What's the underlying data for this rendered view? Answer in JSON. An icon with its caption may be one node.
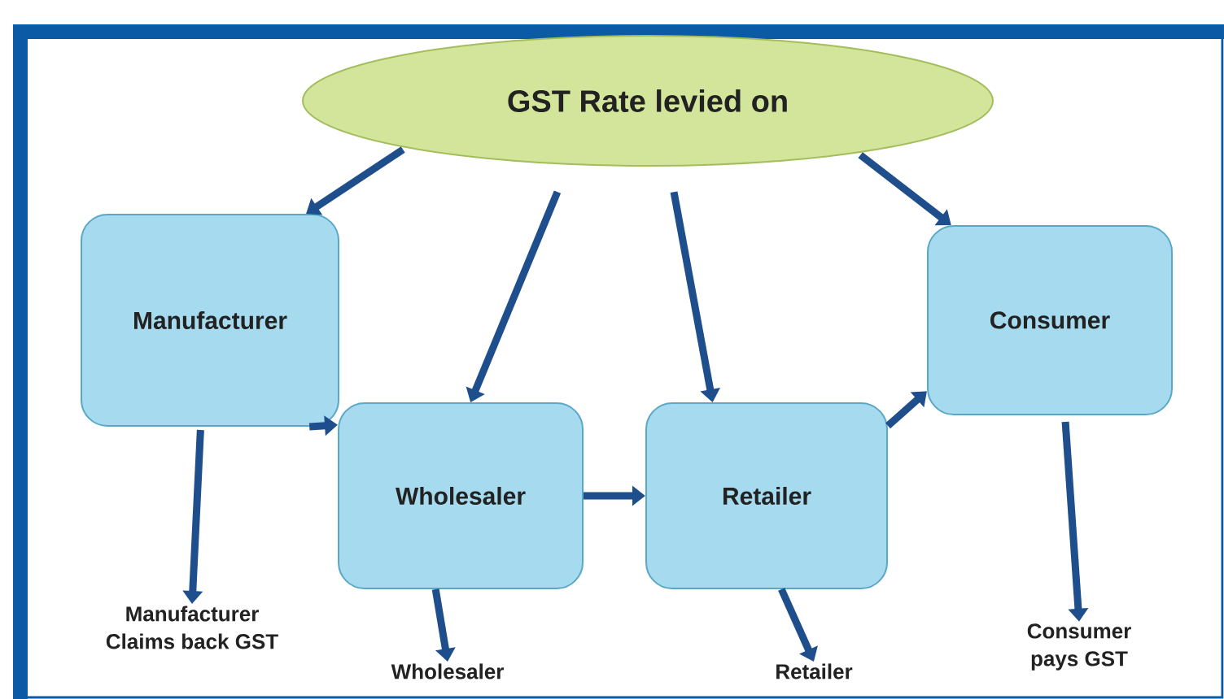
{
  "diagram": {
    "nodes": [
      {
        "text": [
          "GST Rate levied on"
        ]
      },
      {
        "text": [
          "Manufacturer"
        ]
      },
      {
        "text": [
          "Wholesaler"
        ]
      },
      {
        "text": [
          "Retailer"
        ]
      },
      {
        "text": [
          "Consumer"
        ]
      },
      {
        "text": [
          "Manufacturer Claims back GST"
        ]
      },
      {
        "text": [
          "Wholesaler"
        ]
      },
      {
        "text": [
          "Retailer"
        ]
      },
      {
        "text": [
          "Consumer pays GST"
        ]
      }
    ],
    "edges": [
      {
        "from": 0,
        "to": 1,
        "arrow": "to"
      },
      {
        "from": 0,
        "to": 2,
        "arrow": "to"
      },
      {
        "from": 0,
        "to": 3,
        "arrow": "to"
      },
      {
        "from": 0,
        "to": 4,
        "arrow": "to"
      },
      {
        "from": 1,
        "to": 2,
        "arrow": "to"
      },
      {
        "from": 2,
        "to": 3,
        "arrow": "to"
      },
      {
        "from": 3,
        "to": 4,
        "arrow": "to"
      },
      {
        "from": 1,
        "to": 5,
        "arrow": "to"
      },
      {
        "from": 2,
        "to": 6,
        "arrow": "to"
      },
      {
        "from": 3,
        "to": 7,
        "arrow": "to"
      },
      {
        "from": 4,
        "to": 8,
        "arrow": "to"
      }
    ]
  }
}
